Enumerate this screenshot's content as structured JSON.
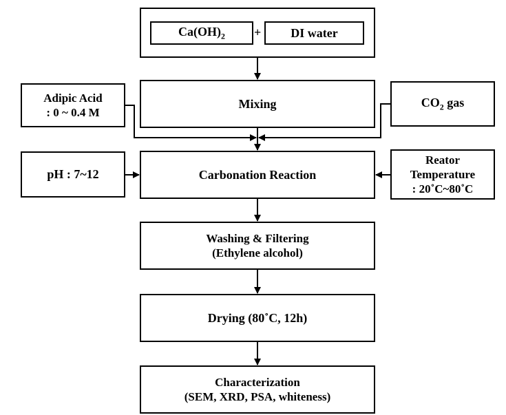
{
  "raw_materials": {
    "caoh2": {
      "base": "Ca(OH)",
      "sub": "2"
    },
    "plus": "+",
    "di_water": "DI water"
  },
  "mixing": "Mixing",
  "adipic_acid": {
    "line1": "Adipic Acid",
    "line2": ": 0 ~ 0.4 M"
  },
  "co2_gas": {
    "base": "CO",
    "sub": "2",
    "rest": " gas"
  },
  "carbonation": "Carbonation Reaction",
  "ph": "pH : 7~12",
  "reactor_temp": {
    "line1": "Reator",
    "line2": "Temperature",
    "line3": ": 20˚C~80˚C"
  },
  "washing": {
    "line1": "Washing & Filtering",
    "line2": "(Ethylene alcohol)"
  },
  "drying": "Drying (80˚C, 12h)",
  "characterization": {
    "line1": "Characterization",
    "line2": "(SEM, XRD, PSA, whiteness)"
  }
}
